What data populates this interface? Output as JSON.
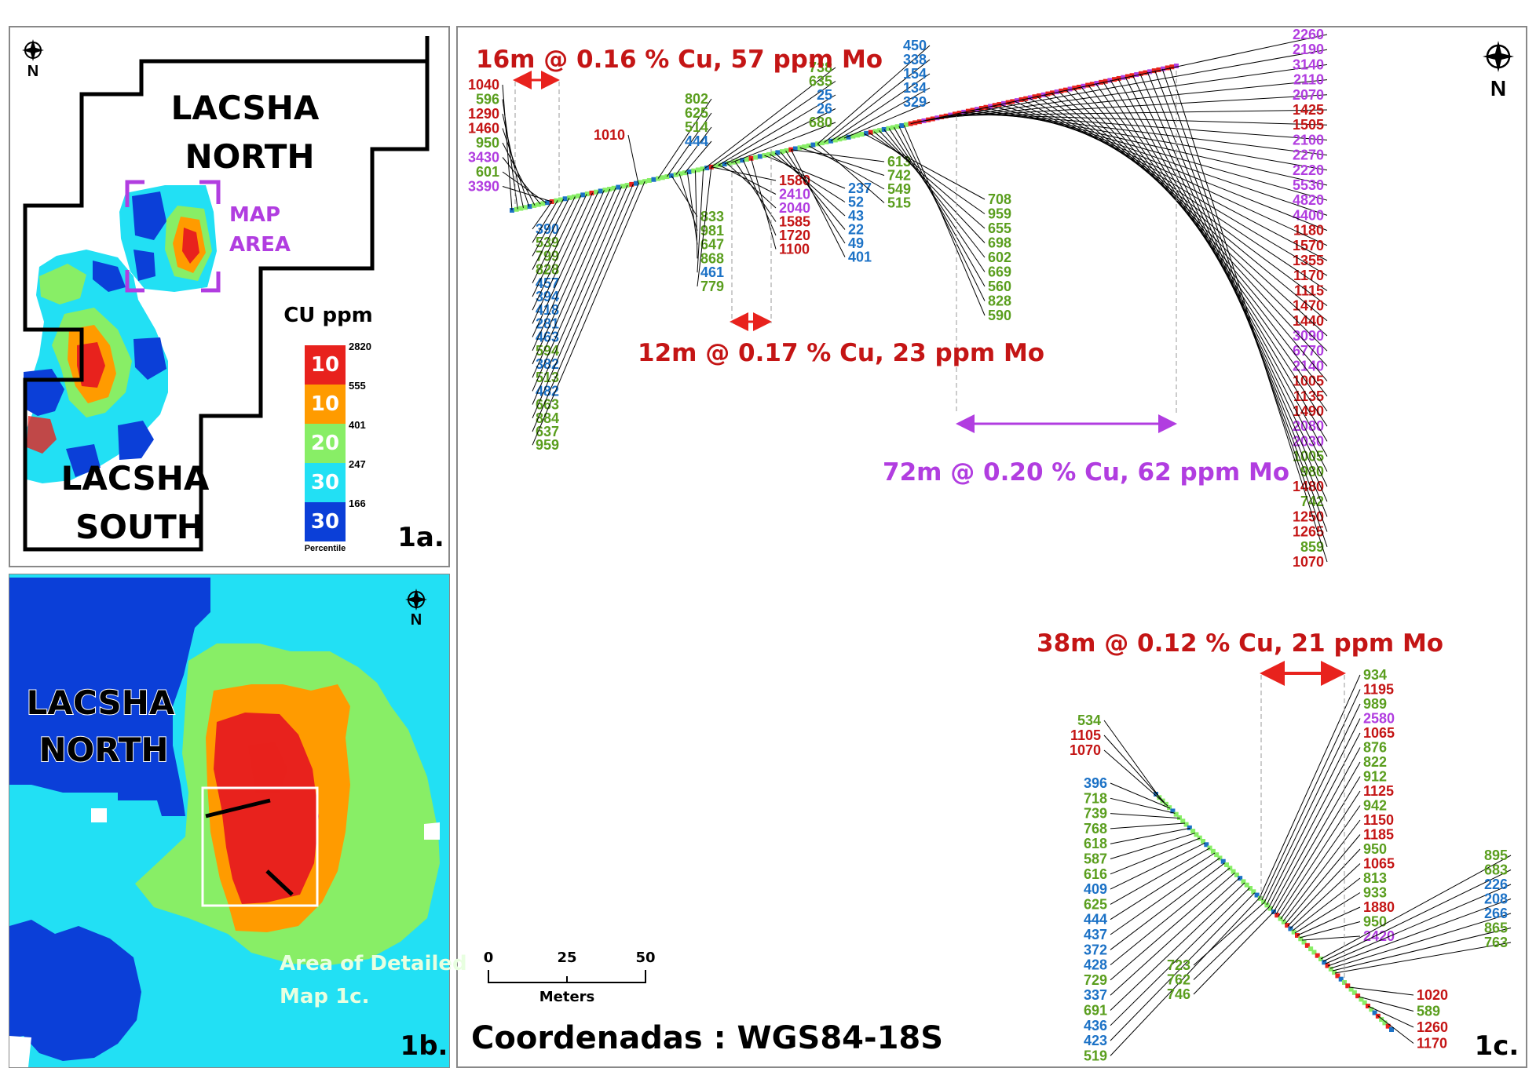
{
  "colors": {
    "red": "#e8221d",
    "orange": "#ff9b00",
    "green": "#88ee66",
    "cyan": "#22e0f4",
    "blue": "#0b3fd8",
    "grey": "#c8c8c8",
    "purple": "#b13de0",
    "lab_green": "#5a9e1e",
    "lab_blue": "#1c72c6",
    "lab_red": "#c41515",
    "lab_purple": "#b13de0"
  },
  "north_label": "N",
  "panel_1a": {
    "north_region": [
      "LACSHA",
      "NORTH"
    ],
    "south_region": [
      "LACSHA",
      "SOUTH"
    ],
    "map_area": [
      "MAP",
      "AREA"
    ],
    "legend": {
      "title": "CU ppm",
      "bins": [
        {
          "label": "10",
          "color": "red"
        },
        {
          "label": "10",
          "color": "orange"
        },
        {
          "label": "20",
          "color": "green"
        },
        {
          "label": "30",
          "color": "cyan"
        },
        {
          "label": "30",
          "color": "blue"
        }
      ],
      "breaks": [
        "2820",
        "555",
        "401",
        "247",
        "166"
      ],
      "footer": "Percentile"
    },
    "panel_label": "1a."
  },
  "panel_1b": {
    "region": [
      "LACSHA",
      "NORTH"
    ],
    "area_caption": [
      "Area of Detailed",
      "Map 1c."
    ],
    "panel_label": "1b."
  },
  "panel_1c": {
    "panel_label": "1c.",
    "scalebar": {
      "ticks": [
        "0",
        "25",
        "50"
      ],
      "unit": "Meters"
    },
    "coords": "Coordenadas : WGS84-18S",
    "intervals": [
      {
        "text": "16m @ 0.16 % Cu, 57 ppm Mo",
        "color": "lab_red"
      },
      {
        "text": "12m @ 0.17 % Cu, 23 ppm Mo",
        "color": "lab_red"
      },
      {
        "text": "72m @ 0.20 % Cu, 62 ppm Mo",
        "color": "lab_purple"
      },
      {
        "text": "38m @ 0.12 % Cu, 21 ppm Mo",
        "color": "lab_red"
      }
    ],
    "groups": [
      {
        "labels": [
          [
            "1040",
            "r"
          ],
          [
            "596",
            "g"
          ],
          [
            "1290",
            "r"
          ],
          [
            "1460",
            "r"
          ],
          [
            "950",
            "g"
          ],
          [
            "3430",
            "p"
          ],
          [
            "601",
            "g"
          ],
          [
            "3390",
            "p"
          ]
        ]
      },
      {
        "labels": [
          [
            "390",
            "b"
          ],
          [
            "539",
            "g"
          ],
          [
            "799",
            "g"
          ],
          [
            "828",
            "g"
          ],
          [
            "457",
            "b"
          ],
          [
            "394",
            "b"
          ],
          [
            "418",
            "b"
          ],
          [
            "281",
            "b"
          ],
          [
            "463",
            "b"
          ],
          [
            "594",
            "g"
          ],
          [
            "382",
            "b"
          ],
          [
            "513",
            "g"
          ],
          [
            "482",
            "b"
          ],
          [
            "663",
            "g"
          ],
          [
            "884",
            "g"
          ],
          [
            "637",
            "g"
          ],
          [
            "959",
            "g"
          ]
        ]
      },
      {
        "labels": [
          [
            "1010",
            "r"
          ]
        ]
      },
      {
        "labels": [
          [
            "802",
            "g"
          ],
          [
            "625",
            "g"
          ],
          [
            "514",
            "g"
          ],
          [
            "444",
            "b"
          ]
        ]
      },
      {
        "labels": [
          [
            "833",
            "g"
          ],
          [
            "981",
            "g"
          ],
          [
            "647",
            "g"
          ],
          [
            "868",
            "g"
          ],
          [
            "461",
            "b"
          ],
          [
            "779",
            "g"
          ]
        ]
      },
      {
        "labels": [
          [
            "738",
            "g"
          ],
          [
            "635",
            "g"
          ],
          [
            "25",
            "b"
          ],
          [
            "26",
            "b"
          ],
          [
            "680",
            "g"
          ]
        ]
      },
      {
        "labels": [
          [
            "1580",
            "r"
          ],
          [
            "2410",
            "p"
          ],
          [
            "2040",
            "p"
          ],
          [
            "1585",
            "r"
          ],
          [
            "1720",
            "r"
          ],
          [
            "1100",
            "r"
          ]
        ]
      },
      {
        "labels": [
          [
            "237",
            "b"
          ],
          [
            "52",
            "b"
          ],
          [
            "43",
            "b"
          ],
          [
            "22",
            "b"
          ],
          [
            "49",
            "b"
          ],
          [
            "401",
            "b"
          ]
        ]
      },
      {
        "labels": [
          [
            "450",
            "b"
          ],
          [
            "338",
            "b"
          ],
          [
            "154",
            "b"
          ],
          [
            "134",
            "b"
          ],
          [
            "329",
            "b"
          ]
        ]
      },
      {
        "labels": [
          [
            "613",
            "g"
          ],
          [
            "742",
            "g"
          ],
          [
            "549",
            "g"
          ],
          [
            "515",
            "g"
          ]
        ]
      },
      {
        "labels": [
          [
            "708",
            "g"
          ],
          [
            "959",
            "g"
          ],
          [
            "655",
            "g"
          ],
          [
            "698",
            "g"
          ],
          [
            "602",
            "g"
          ],
          [
            "669",
            "g"
          ],
          [
            "560",
            "g"
          ],
          [
            "828",
            "g"
          ],
          [
            "590",
            "g"
          ]
        ]
      },
      {
        "labels": [
          [
            "2260",
            "p"
          ],
          [
            "2190",
            "p"
          ],
          [
            "3140",
            "p"
          ],
          [
            "2110",
            "p"
          ],
          [
            "2070",
            "p"
          ],
          [
            "1425",
            "r"
          ],
          [
            "1505",
            "r"
          ],
          [
            "2100",
            "p"
          ],
          [
            "2270",
            "p"
          ],
          [
            "2220",
            "p"
          ],
          [
            "5530",
            "p"
          ],
          [
            "4820",
            "p"
          ],
          [
            "4400",
            "p"
          ],
          [
            "1180",
            "r"
          ],
          [
            "1570",
            "r"
          ],
          [
            "1355",
            "r"
          ],
          [
            "1170",
            "r"
          ],
          [
            "1115",
            "r"
          ],
          [
            "1470",
            "r"
          ],
          [
            "1440",
            "r"
          ],
          [
            "3090",
            "p"
          ],
          [
            "6770",
            "p"
          ],
          [
            "2140",
            "p"
          ],
          [
            "1005",
            "r"
          ],
          [
            "1135",
            "r"
          ],
          [
            "1490",
            "r"
          ],
          [
            "2080",
            "p"
          ],
          [
            "2030",
            "p"
          ],
          [
            "1005",
            "g"
          ],
          [
            "980",
            "g"
          ],
          [
            "1480",
            "r"
          ],
          [
            "742",
            "g"
          ],
          [
            "1250",
            "r"
          ],
          [
            "1265",
            "r"
          ],
          [
            "859",
            "g"
          ],
          [
            "1070",
            "r"
          ]
        ]
      },
      {
        "labels": [
          [
            "534",
            "g"
          ],
          [
            "1105",
            "r"
          ],
          [
            "1070",
            "r"
          ]
        ]
      },
      {
        "labels": [
          [
            "396",
            "b"
          ],
          [
            "718",
            "g"
          ],
          [
            "739",
            "g"
          ],
          [
            "768",
            "g"
          ],
          [
            "618",
            "g"
          ],
          [
            "587",
            "g"
          ],
          [
            "616",
            "g"
          ],
          [
            "409",
            "b"
          ],
          [
            "625",
            "g"
          ],
          [
            "444",
            "b"
          ],
          [
            "437",
            "b"
          ],
          [
            "372",
            "b"
          ],
          [
            "428",
            "b"
          ],
          [
            "729",
            "g"
          ],
          [
            "337",
            "b"
          ],
          [
            "691",
            "g"
          ],
          [
            "436",
            "b"
          ],
          [
            "423",
            "b"
          ],
          [
            "519",
            "g"
          ]
        ]
      },
      {
        "labels": [
          [
            "723",
            "g"
          ],
          [
            "762",
            "g"
          ],
          [
            "746",
            "g"
          ]
        ]
      },
      {
        "labels": [
          [
            "934",
            "g"
          ],
          [
            "1195",
            "r"
          ],
          [
            "989",
            "g"
          ],
          [
            "2580",
            "p"
          ],
          [
            "1065",
            "r"
          ],
          [
            "876",
            "g"
          ],
          [
            "822",
            "g"
          ],
          [
            "912",
            "g"
          ],
          [
            "1125",
            "r"
          ],
          [
            "942",
            "g"
          ],
          [
            "1150",
            "r"
          ],
          [
            "1185",
            "r"
          ],
          [
            "950",
            "g"
          ],
          [
            "1065",
            "r"
          ],
          [
            "813",
            "g"
          ],
          [
            "933",
            "g"
          ],
          [
            "1880",
            "r"
          ],
          [
            "950",
            "g"
          ],
          [
            "2420",
            "p"
          ]
        ]
      },
      {
        "labels": [
          [
            "895",
            "g"
          ],
          [
            "683",
            "g"
          ],
          [
            "226",
            "b"
          ],
          [
            "208",
            "b"
          ],
          [
            "266",
            "b"
          ],
          [
            "865",
            "g"
          ],
          [
            "763",
            "g"
          ]
        ]
      },
      {
        "labels": [
          [
            "1020",
            "r"
          ],
          [
            "589",
            "g"
          ],
          [
            "1260",
            "r"
          ],
          [
            "1170",
            "r"
          ]
        ]
      }
    ]
  }
}
